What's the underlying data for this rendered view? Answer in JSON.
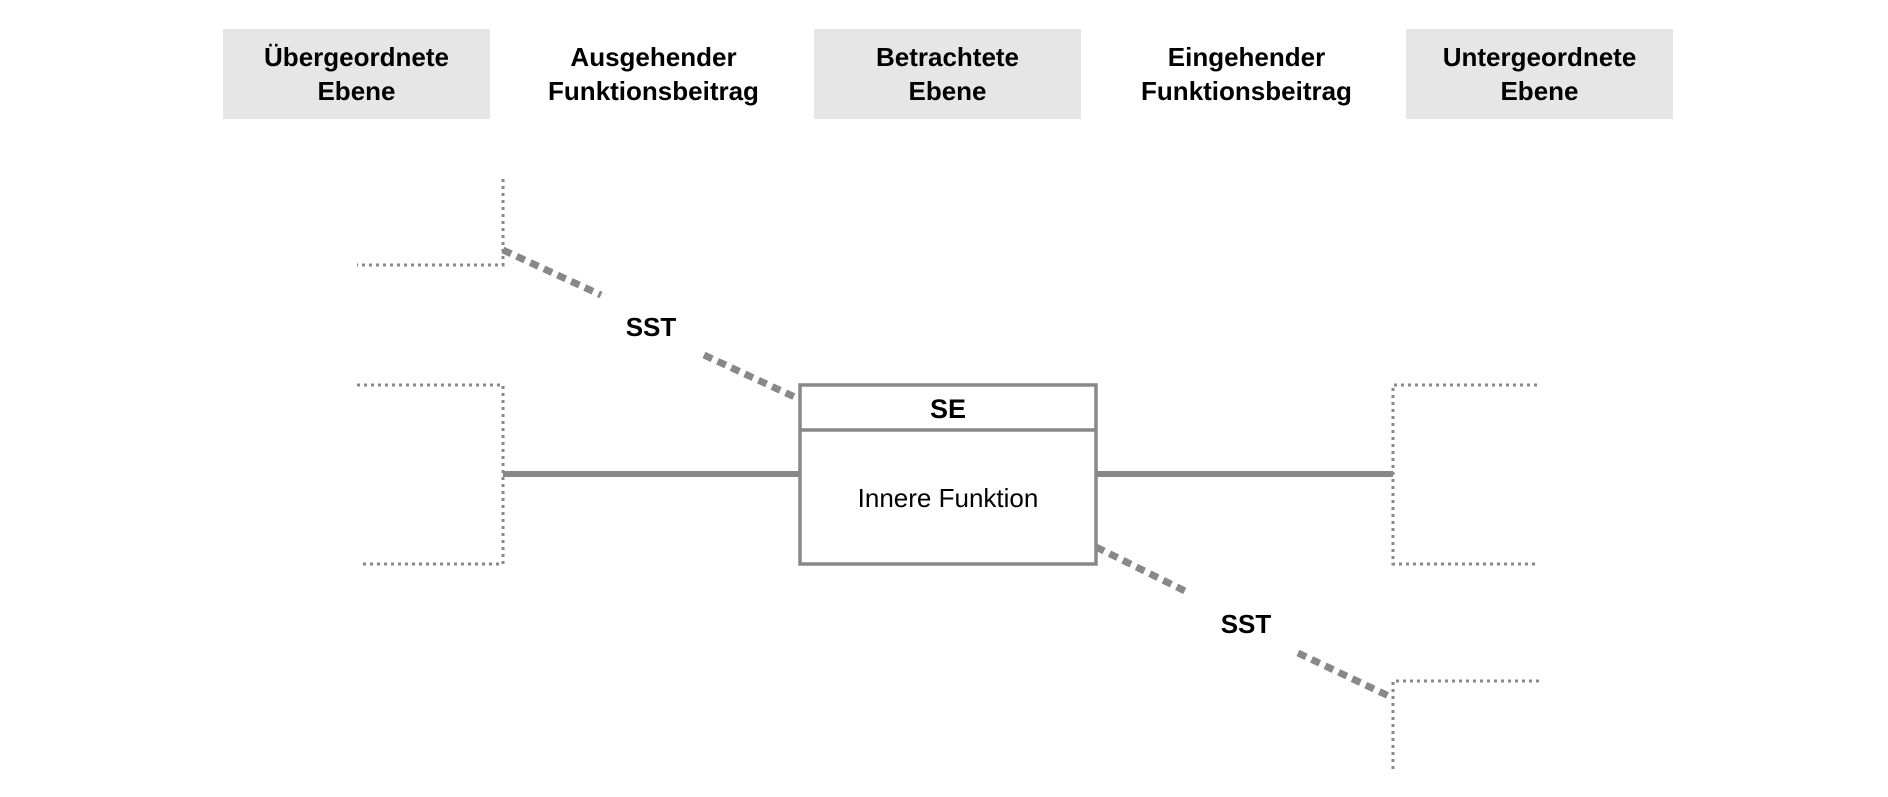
{
  "columns": [
    {
      "line1": "Übergeordnete",
      "line2": "Ebene"
    },
    {
      "line1": "Ausgehender",
      "line2": "Funktionsbeitrag"
    },
    {
      "line1": "Betrachtete",
      "line2": "Ebene"
    },
    {
      "line1": "Eingehender",
      "line2": "Funktionsbeitrag"
    },
    {
      "line1": "Untergeordnete",
      "line2": "Ebene"
    }
  ],
  "diagram": {
    "element_title": "SE",
    "element_body": "Innere Funktion",
    "interface_top": "SST",
    "interface_bottom": "SST",
    "line_color": "#888888",
    "header_bg": "#e6e6e6"
  }
}
